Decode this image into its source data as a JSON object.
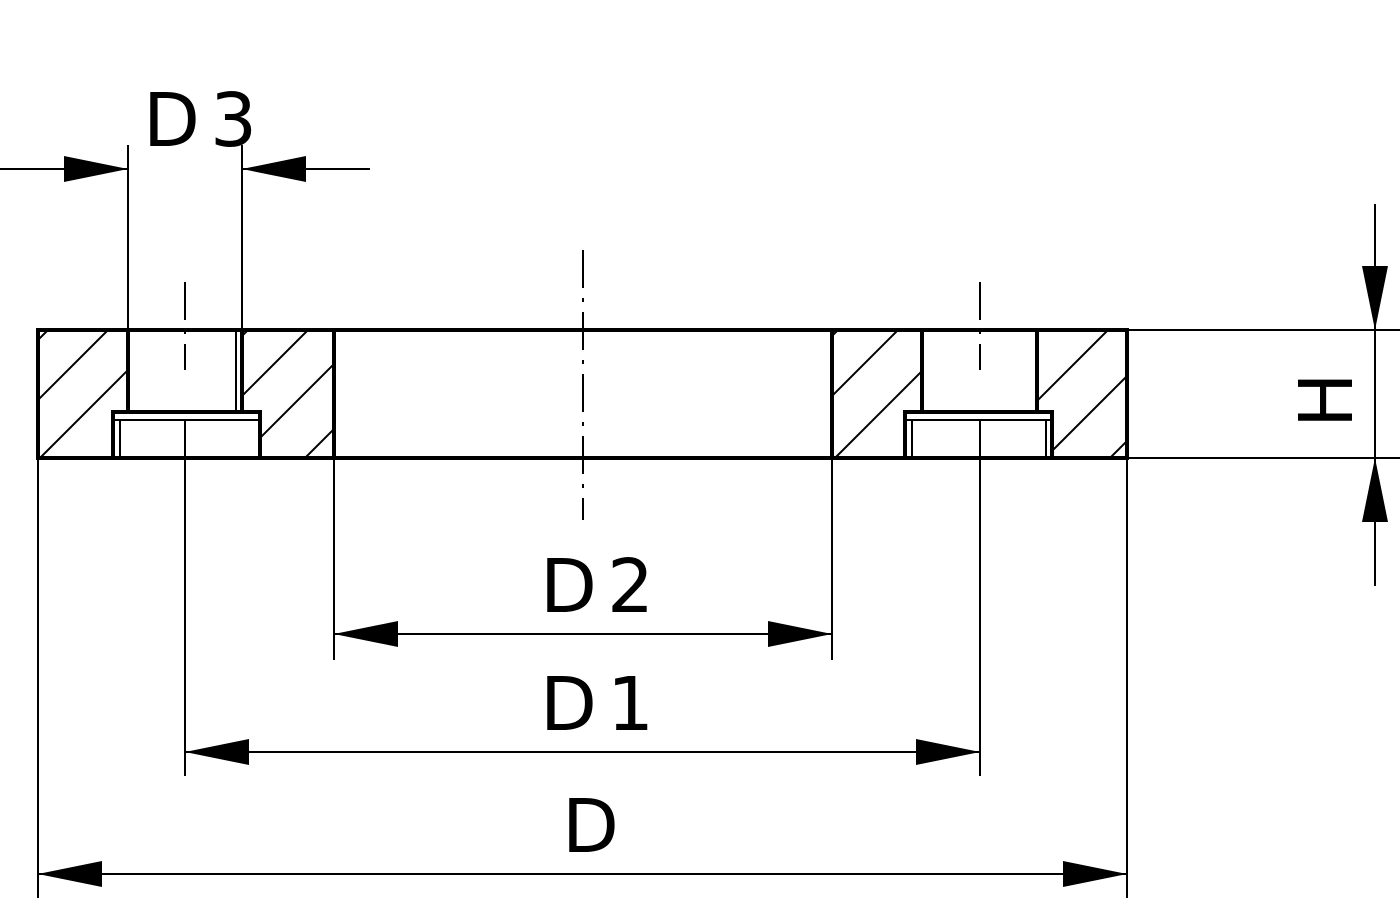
{
  "labels": {
    "d3": "D3",
    "d2": "D2",
    "d1": "D1",
    "d": "D",
    "h": "H"
  },
  "colors": {
    "line": "#000000",
    "background": "#ffffff"
  }
}
